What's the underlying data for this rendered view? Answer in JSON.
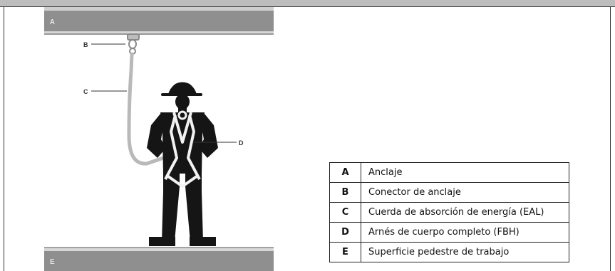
{
  "diagram": {
    "labels": {
      "anchor_beam": "A",
      "floor": "E",
      "connector": "B",
      "lanyard": "C",
      "harness": "D"
    },
    "legend": [
      {
        "key": "A",
        "text": "Anclaje"
      },
      {
        "key": "B",
        "text": "Conector de anclaje"
      },
      {
        "key": "C",
        "text": "Cuerda de absorción de energía (EAL)"
      },
      {
        "key": "D",
        "text": "Arnés de cuerpo completo (FBH)"
      },
      {
        "key": "E",
        "text": "Superficie pedestre de trabajo"
      }
    ]
  }
}
